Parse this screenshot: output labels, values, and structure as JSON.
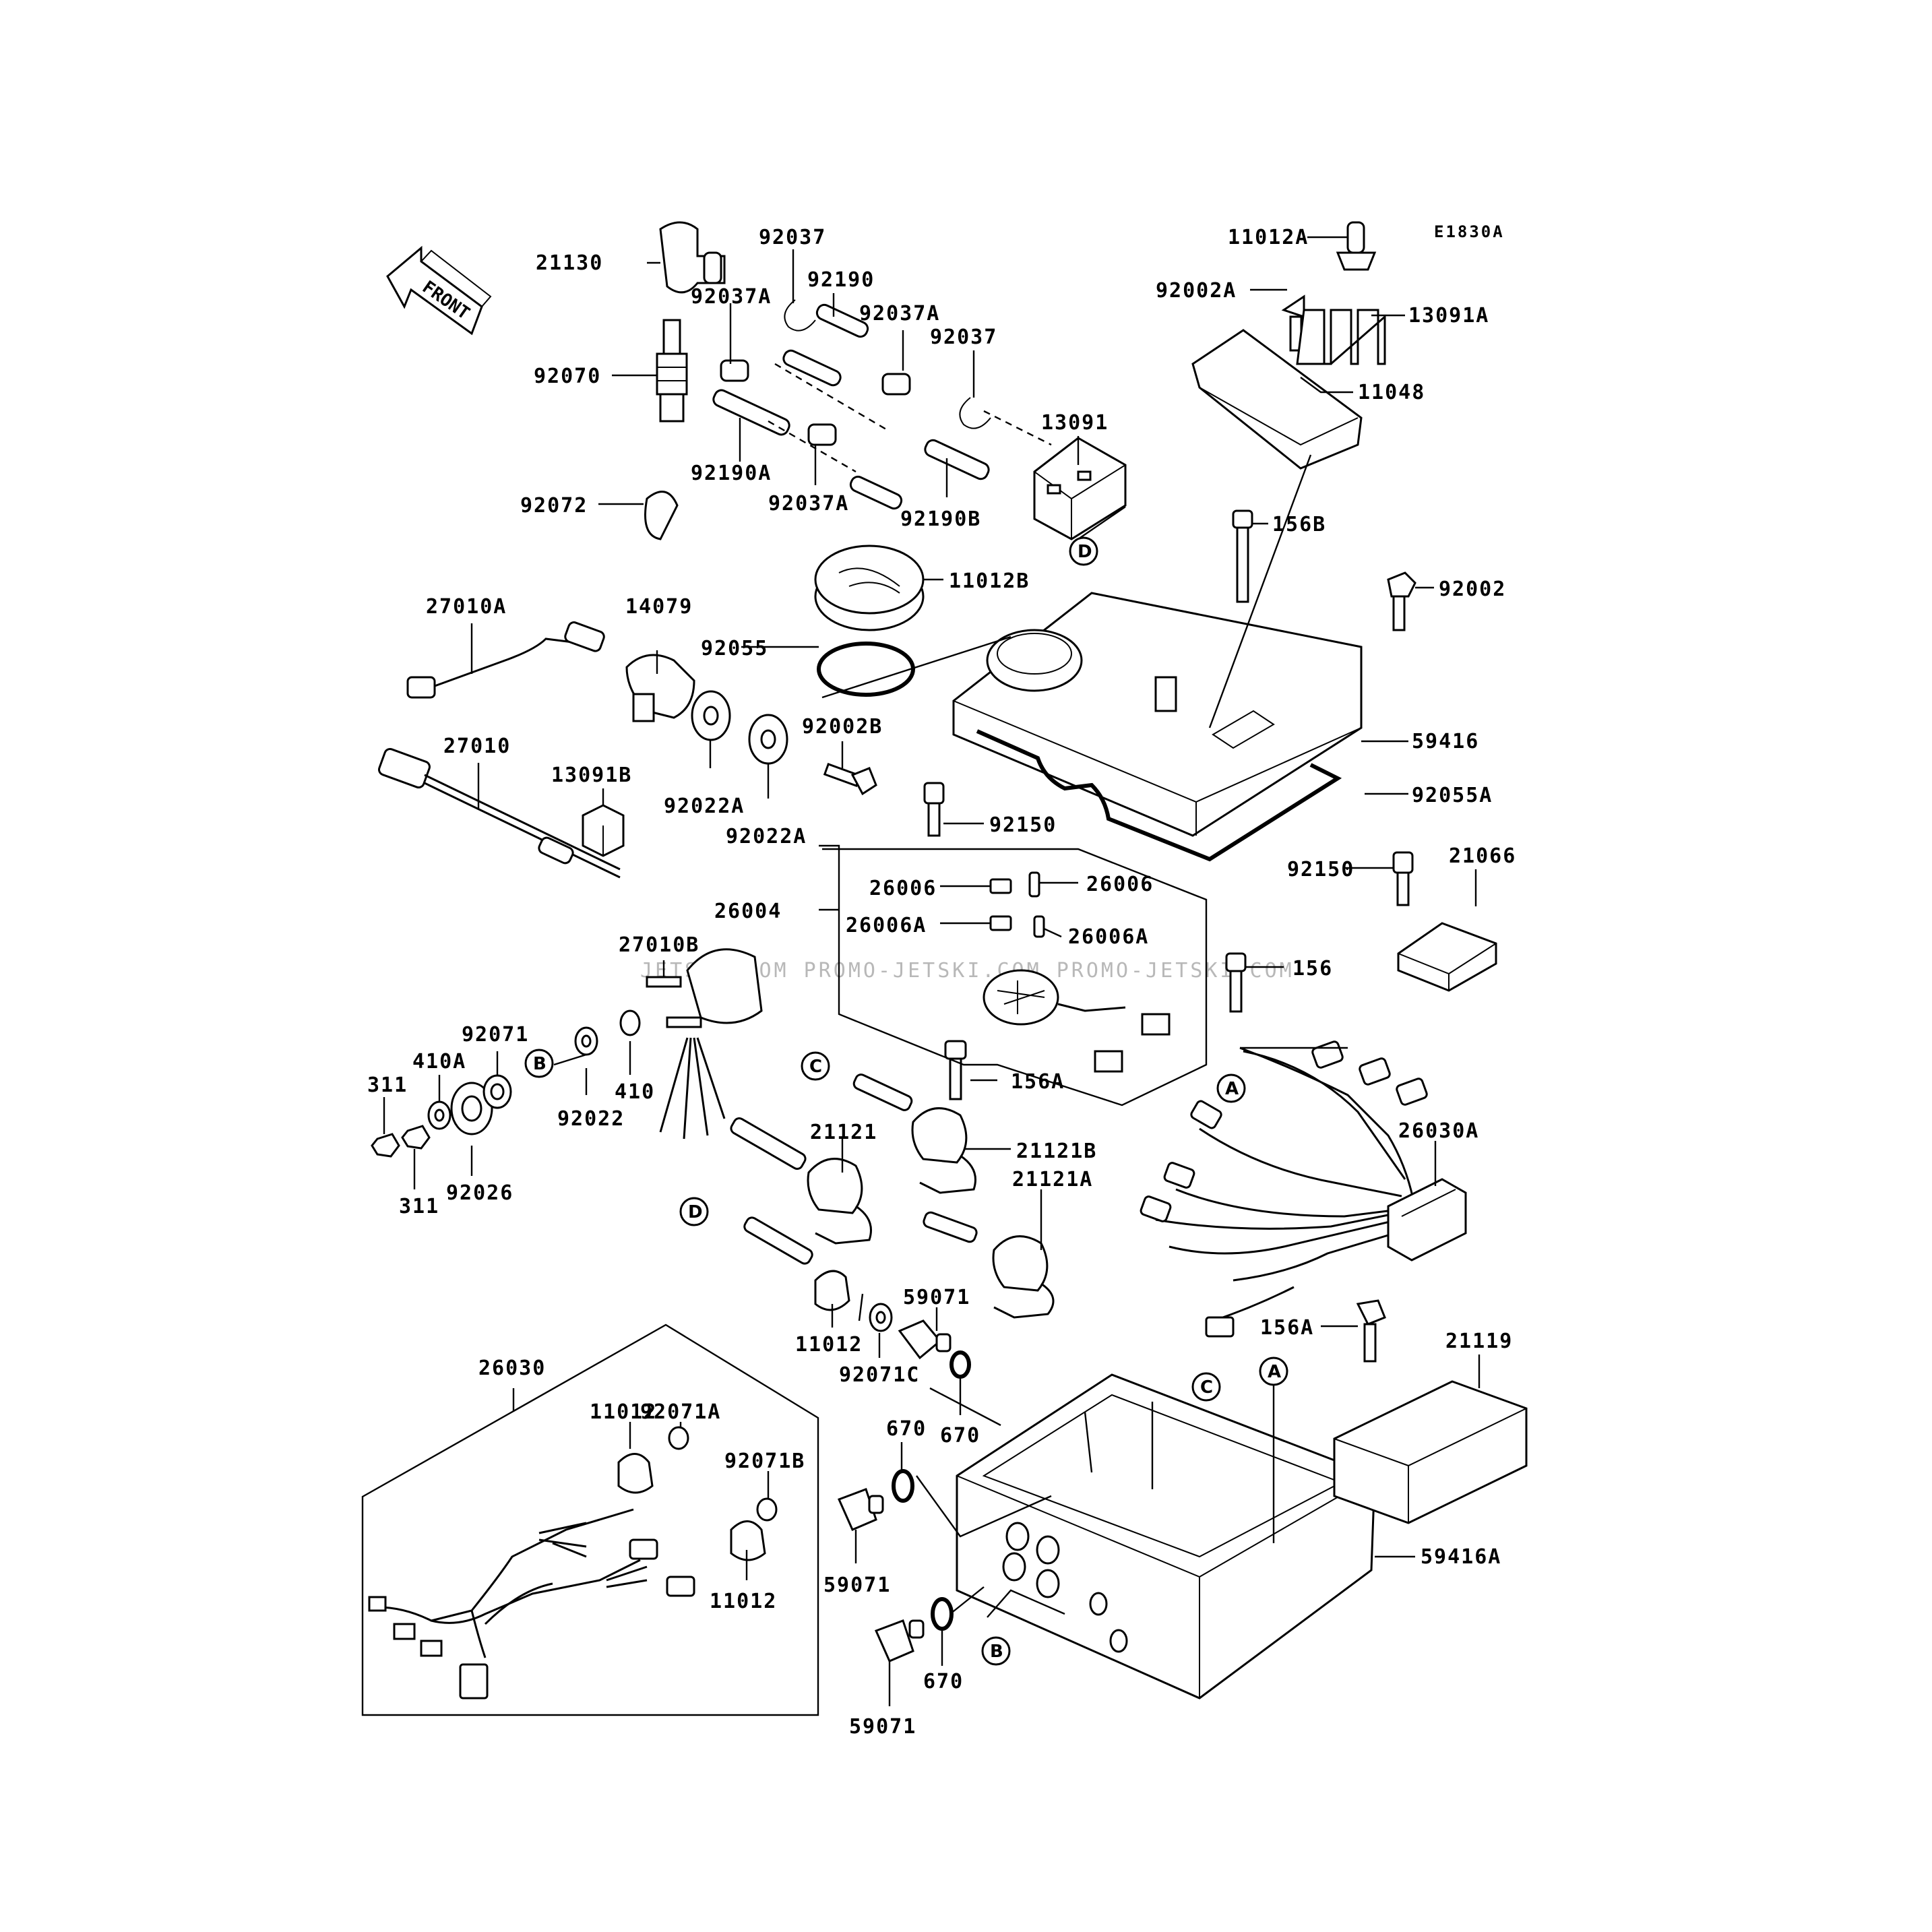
{
  "diagram_code": "E1830A",
  "front_label": "FRONT",
  "watermark": "JETSKI.COM PROMO-JETSKI.COM PROMO-JETSKI.COM",
  "callouts": [
    "A",
    "B",
    "C",
    "D"
  ],
  "parts": {
    "p21130": "21130",
    "p92070": "92070",
    "p92072": "92072",
    "p92037_top": "92037",
    "p92037A_left": "92037A",
    "p92190": "92190",
    "p92037A_right": "92037A",
    "p92037_mid": "92037",
    "p92190A": "92190A",
    "p92037A_bottom": "92037A",
    "p92190B": "92190B",
    "p13091": "13091",
    "p11012A": "11012A",
    "p92002A": "92002A",
    "p13091A": "13091A",
    "p11048": "11048",
    "p156B": "156B",
    "p92002": "92002",
    "p11012B": "11012B",
    "p92055": "92055",
    "p59416": "59416",
    "p92055A": "92055A",
    "p27010A": "27010A",
    "p14079": "14079",
    "p27010": "27010",
    "p13091B": "13091B",
    "p92022A_1": "92022A",
    "p92022A_2": "92022A",
    "p92002B": "92002B",
    "p92150_top": "92150",
    "p92150_right": "92150",
    "p21066": "21066",
    "p26004": "26004",
    "p26006_left": "26006",
    "p26006_right": "26006",
    "p26006A_left": "26006A",
    "p26006A_right": "26006A",
    "p27010B": "27010B",
    "p156": "156",
    "p92071": "92071",
    "p410A": "410A",
    "p311_top": "311",
    "p311_bottom": "311",
    "p92022": "92022",
    "p410": "410",
    "p92026": "92026",
    "p156A_top": "156A",
    "p21121": "21121",
    "p21121B": "21121B",
    "p21121A": "21121A",
    "p26030A": "26030A",
    "p11012_mid": "11012",
    "p59071_top": "59071",
    "p92071C": "92071C",
    "p156A_bottom": "156A",
    "p21119": "21119",
    "p26030": "26030",
    "p92071A": "92071A",
    "p11012_box_top": "11012",
    "p92071B": "92071B",
    "p11012_box_bottom": "11012",
    "p670_top": "670",
    "p670_right": "670",
    "p59071_left": "59071",
    "p670_bottom": "670",
    "p59071_bottom": "59071",
    "p59416A": "59416A"
  }
}
